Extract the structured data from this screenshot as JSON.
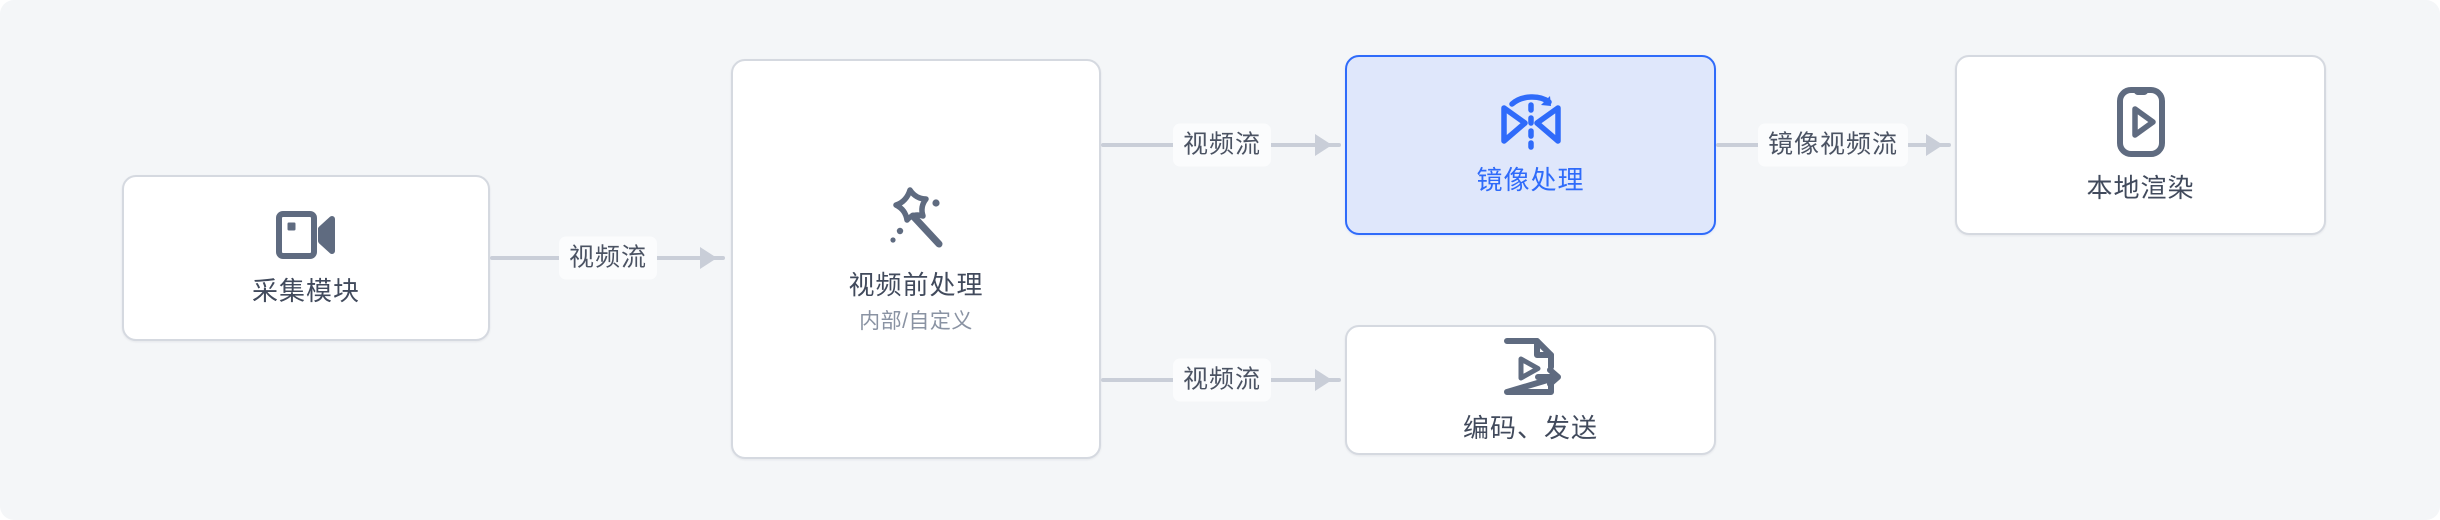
{
  "diagram": {
    "background_color": "#f4f6f8",
    "accent_color": "#2f6bfa",
    "node_text_color": "#414a5c",
    "edge_color": "#c9ced8",
    "nodes": [
      {
        "id": "capture",
        "title": "采集模块",
        "subtitle": "",
        "icon": "video-camera-icon",
        "state": "normal"
      },
      {
        "id": "preprocess",
        "title": "视频前处理",
        "subtitle": "内部/自定义",
        "icon": "magic-wand-icon",
        "state": "normal"
      },
      {
        "id": "mirror",
        "title": "镜像处理",
        "subtitle": "",
        "icon": "mirror-flip-icon",
        "state": "highlighted"
      },
      {
        "id": "encode",
        "title": "编码、发送",
        "subtitle": "",
        "icon": "file-video-export-icon",
        "state": "normal"
      },
      {
        "id": "render",
        "title": "本地渲染",
        "subtitle": "",
        "icon": "phone-play-icon",
        "state": "normal"
      }
    ],
    "edges": [
      {
        "id": "edge1",
        "from": "capture",
        "to": "preprocess",
        "label": "视频流"
      },
      {
        "id": "edge2",
        "from": "preprocess",
        "to": "mirror",
        "label": "视频流"
      },
      {
        "id": "edge3",
        "from": "preprocess",
        "to": "encode",
        "label": "视频流"
      },
      {
        "id": "edge4",
        "from": "mirror",
        "to": "render",
        "label": "镜像视频流"
      }
    ]
  }
}
